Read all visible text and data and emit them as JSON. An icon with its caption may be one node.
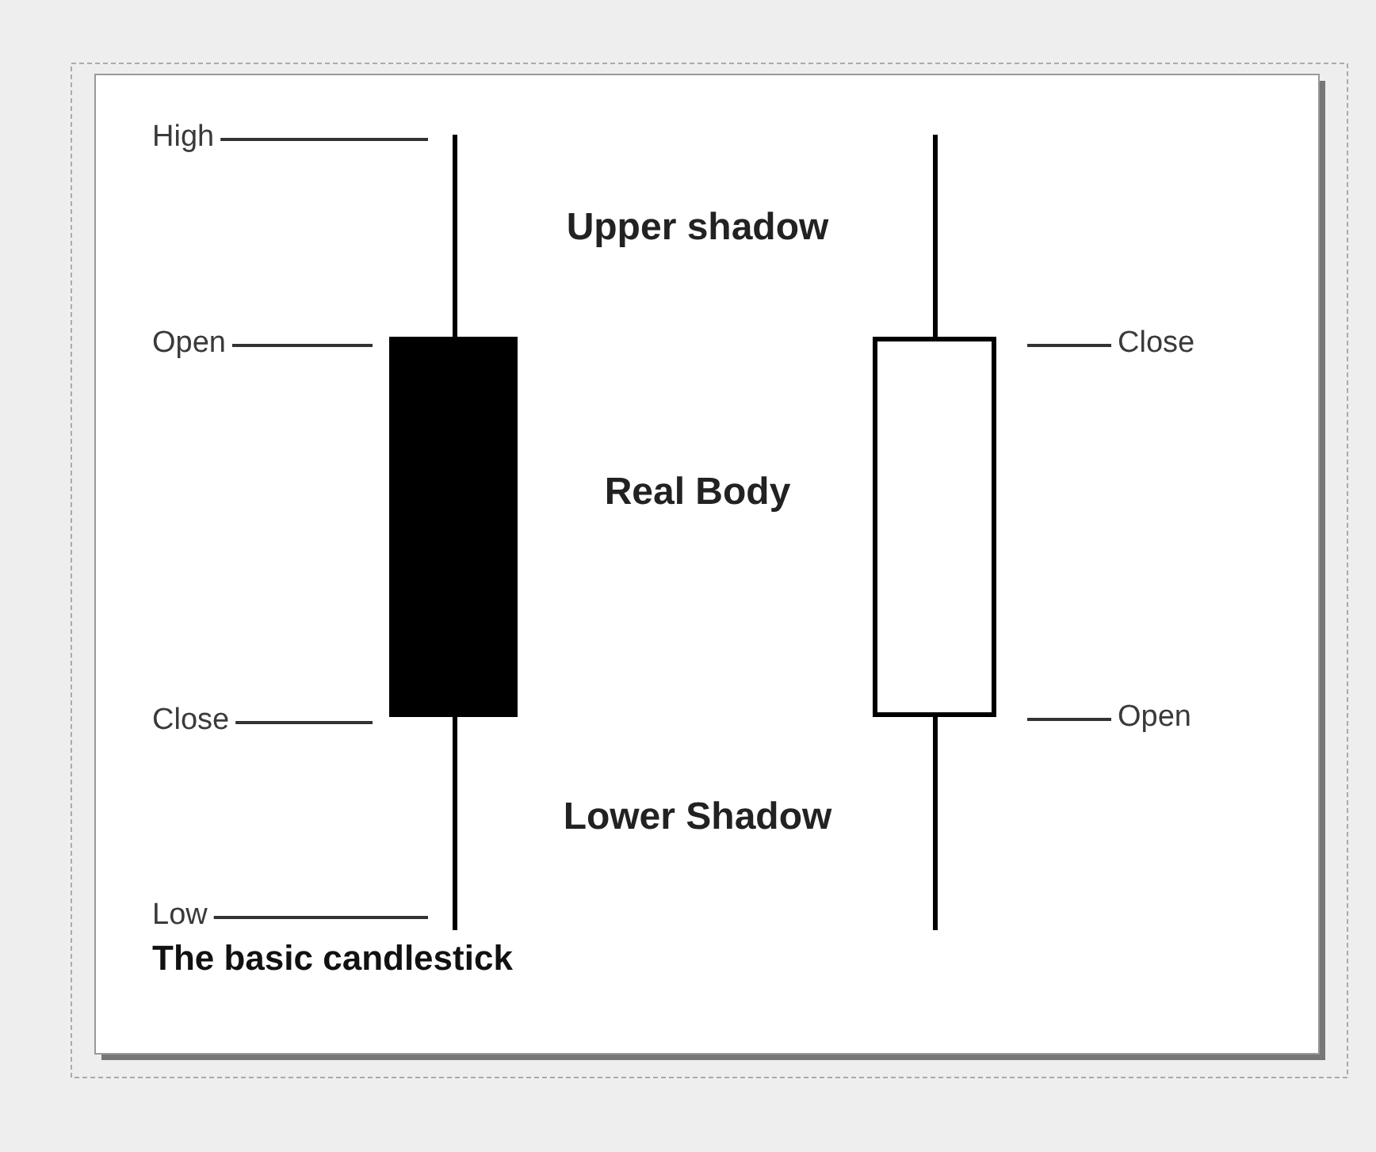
{
  "diagram": {
    "caption": "The basic candlestick",
    "nodes": [
      {
        "text": [
          "High"
        ]
      },
      {
        "text": [
          "Open"
        ]
      },
      {
        "text": [
          "Close"
        ]
      },
      {
        "text": [
          "Low"
        ]
      },
      {
        "text": [
          "Close"
        ]
      },
      {
        "text": [
          "Open"
        ]
      }
    ],
    "edges": [
      {
        "from": 0,
        "to": null,
        "arrow": "none"
      },
      {
        "from": 1,
        "to": null,
        "arrow": "none"
      },
      {
        "from": 2,
        "to": null,
        "arrow": "none"
      },
      {
        "from": 3,
        "to": null,
        "arrow": "none"
      },
      {
        "from": 4,
        "to": null,
        "arrow": "none"
      },
      {
        "from": 5,
        "to": null,
        "arrow": "none"
      }
    ],
    "labels": [
      "Upper shadow",
      "Real Body",
      "Lower Shadow"
    ]
  }
}
